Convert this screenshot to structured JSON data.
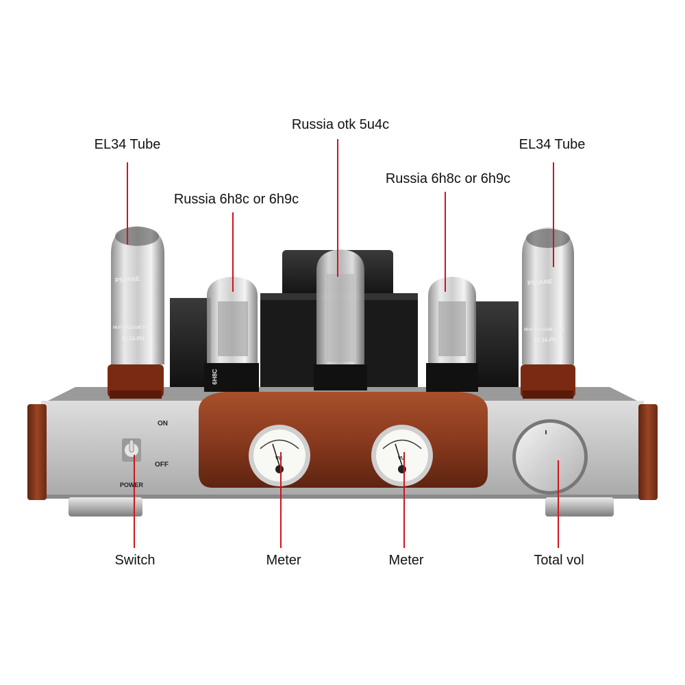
{
  "callouts": {
    "el34_left": "EL34 Tube",
    "russia_6h8c_left": "Russia 6h8c or 6h9c",
    "russia_5u4c": "Russia otk 5u4c",
    "russia_6h8c_right": "Russia 6h8c or 6h9c",
    "el34_right": "EL34 Tube",
    "switch": "Switch",
    "meter_left": "Meter",
    "meter_right": "Meter",
    "total_vol": "Total vol"
  },
  "panel": {
    "on": "ON",
    "off": "OFF",
    "power": "POWER",
    "meter_unit": "VU",
    "tube_brand": "PSVANE",
    "tube_subtitle": "HI-FI VACUUM TUBE",
    "tube_model": "EL34-PH",
    "base_marking": "6H8C"
  },
  "colors": {
    "callout_line": "#d0121b",
    "wood": "#8a3a1e",
    "chassis": "#c9c9c9"
  }
}
